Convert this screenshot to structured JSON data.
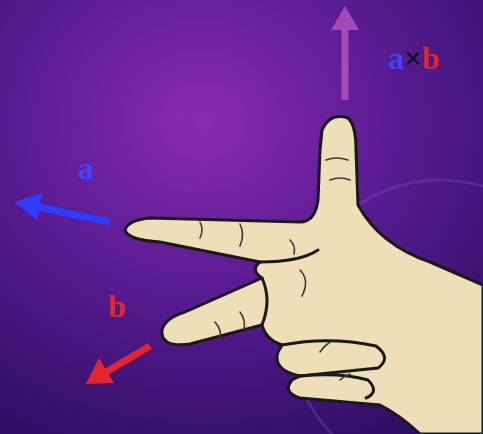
{
  "diagram": {
    "labels": [
      "a",
      "b",
      "a×b"
    ]
  }
}
